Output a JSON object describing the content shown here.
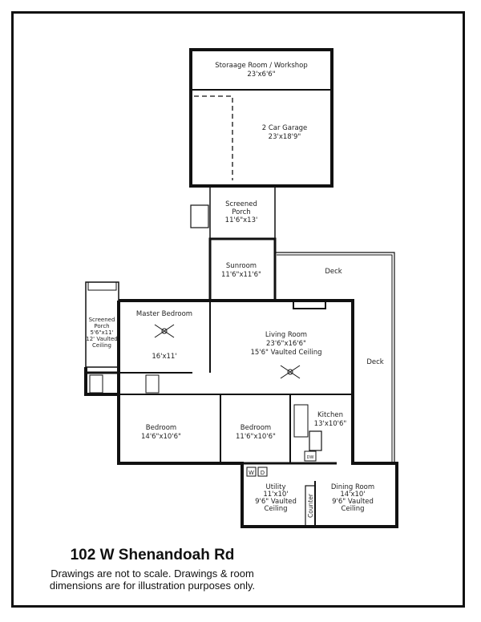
{
  "rooms": {
    "storage": {
      "name": "Storaage Room / Workshop",
      "dims": "23'x6'6\""
    },
    "garage": {
      "name": "2 Car Garage",
      "dims": "23'x18'9\""
    },
    "screened_porch_main": {
      "line1": "Screened",
      "line2": "Porch",
      "dims": "11'6\"x13'"
    },
    "sunroom": {
      "name": "Sunroom",
      "dims": "11'6\"x11'6\""
    },
    "deck_top": {
      "name": "Deck"
    },
    "deck_right": {
      "name": "Deck"
    },
    "master_bedroom": {
      "name": "Master Bedroom",
      "dims": "16'x11'"
    },
    "screened_porch_small": {
      "line1": "Screened",
      "line2": "Porch",
      "dims": "5'6\"x11'",
      "line4": "12' Vaulted",
      "line5": "Ceiling"
    },
    "living_room": {
      "name": "Living Room",
      "dims": "23'6\"x16'6\"",
      "note": "15'6\" Vaulted Ceiling"
    },
    "bedroom_1": {
      "name": "Bedroom",
      "dims": "14'6\"x10'6\""
    },
    "bedroom_2": {
      "name": "Bedroom",
      "dims": "11'6\"x10'6\""
    },
    "kitchen": {
      "name": "Kitchen",
      "dims": "13'x10'6\"",
      "dw": "DW"
    },
    "utility": {
      "name": "Utility",
      "dims": "11'x10'",
      "note1": "9'6\" Vaulted",
      "note2": "Ceiling",
      "washer": "W",
      "dryer": "D"
    },
    "counter": {
      "name": "Counter"
    },
    "dining_room": {
      "name": "Dining Room",
      "dims": "14'x10'",
      "note1": "9'6\" Vaulted",
      "note2": "Ceiling"
    }
  },
  "footer": {
    "address": "102 W Shenandoah Rd",
    "disclaimer_line1": "Drawings are not to scale. Drawings & room",
    "disclaimer_line2": "dimensions are for illustration purposes only."
  }
}
